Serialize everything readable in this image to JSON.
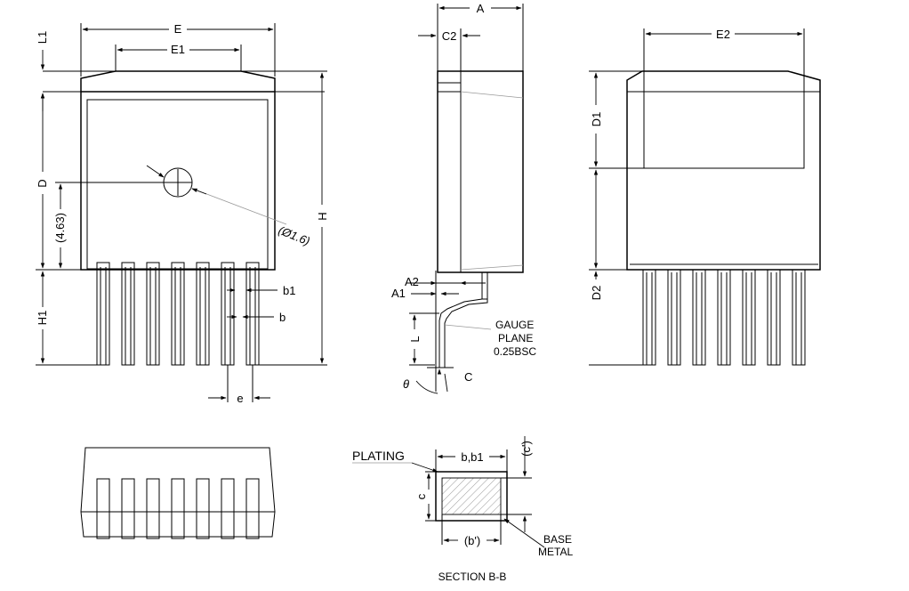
{
  "labels": {
    "E": "E",
    "E1": "E1",
    "L1": "L1",
    "D": "D",
    "ref_463": "(4.63)",
    "hole": "(Ø1.6)",
    "H": "H",
    "H1": "H1",
    "b1": "b1",
    "b": "b",
    "e": "e",
    "A": "A",
    "C2": "C2",
    "A2": "A2",
    "A1": "A1",
    "L": "L",
    "C": "C",
    "theta": "θ",
    "gauge_1": "GAUGE",
    "gauge_2": "PLANE",
    "gauge_3": "0.25BSC",
    "E2": "E2",
    "D1": "D1",
    "D2": "D2",
    "plating": "PLATING",
    "bb1": "b,b1",
    "c_prime": "(c')",
    "c": "c",
    "b_prime": "(b')",
    "base_1": "BASE",
    "base_2": "METAL",
    "section": "SECTION B-B"
  }
}
